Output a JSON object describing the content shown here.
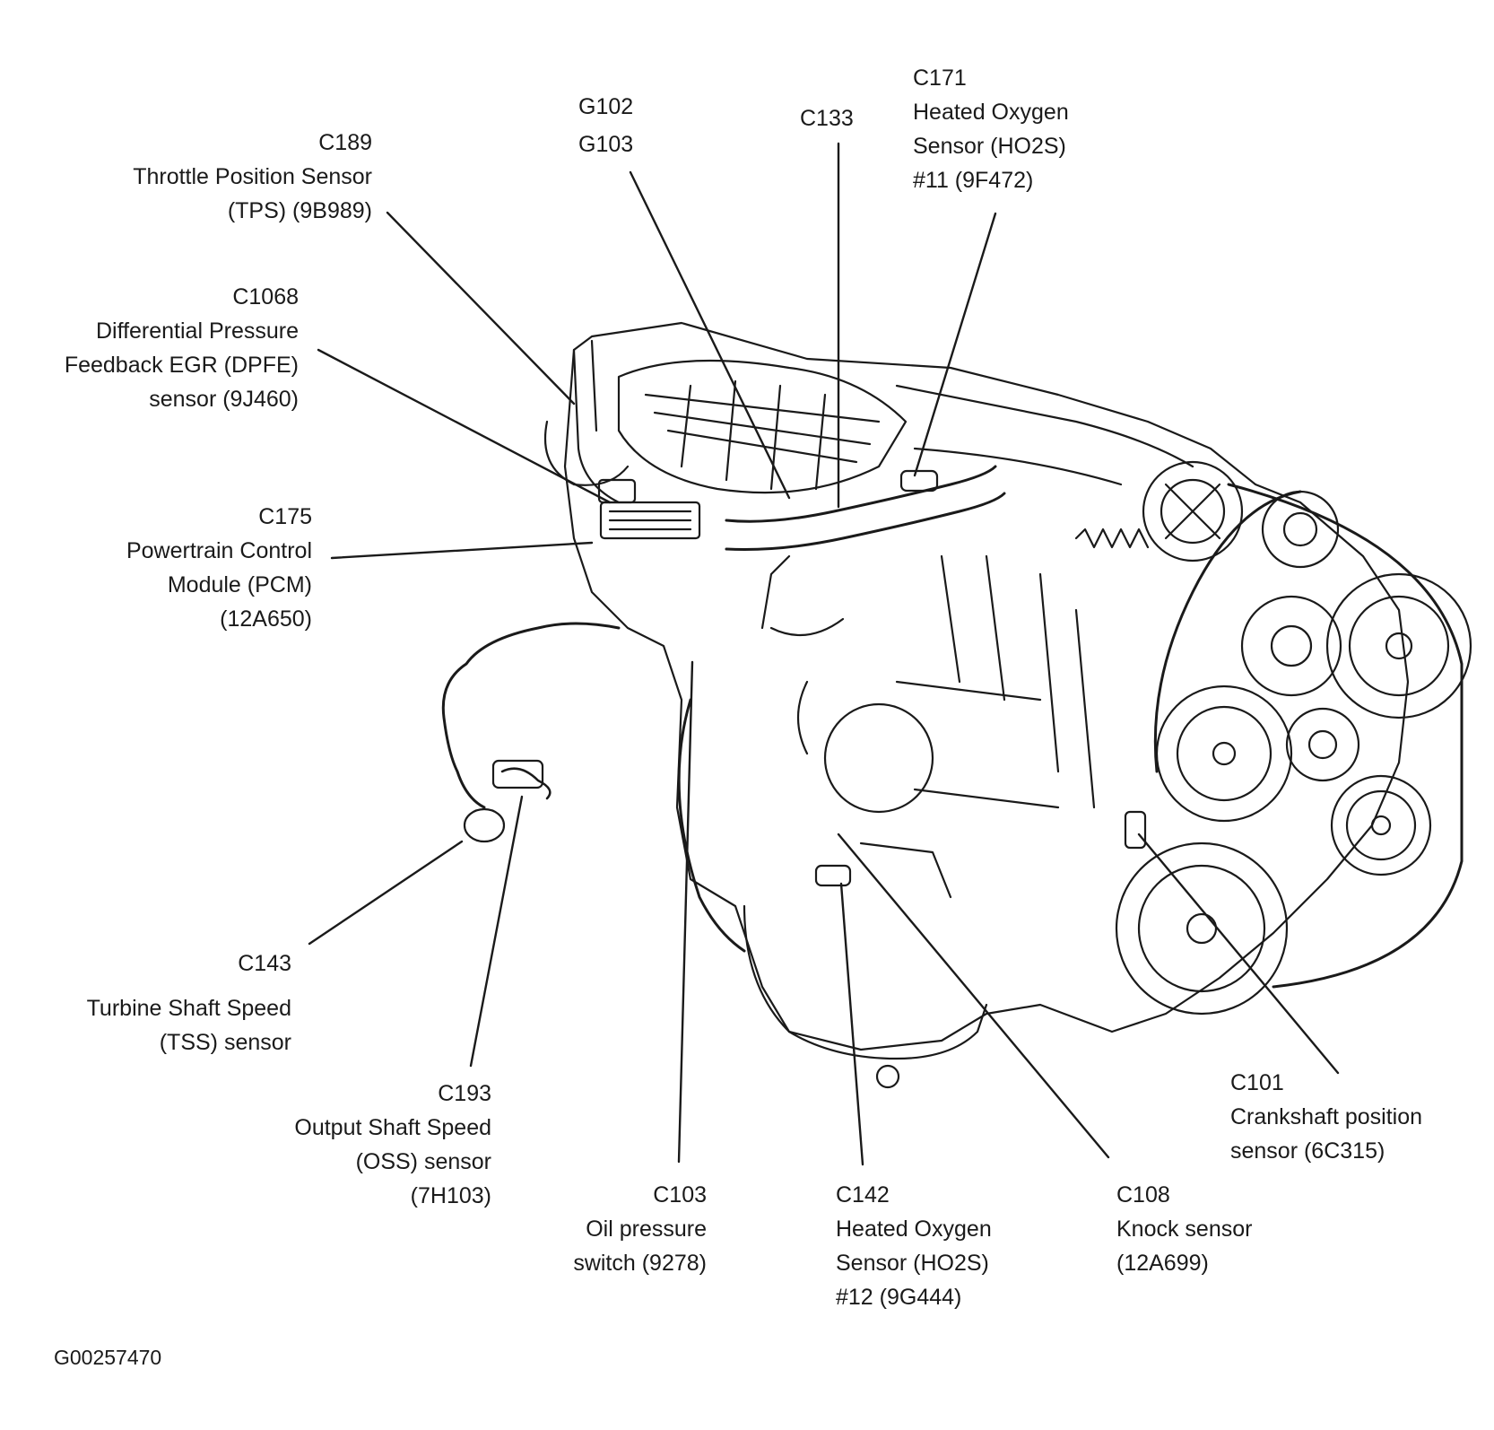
{
  "callouts": {
    "c189": [
      "C189",
      "Throttle Position Sensor",
      "(TPS) (9B989)"
    ],
    "c1068": [
      "C1068",
      "Differential Pressure",
      "Feedback EGR (DPFE)",
      "sensor (9J460)"
    ],
    "c175": [
      "C175",
      "Powertrain Control",
      "Module (PCM)",
      "(12A650)"
    ],
    "g102": [
      "G102",
      "G103"
    ],
    "c133": [
      "C133"
    ],
    "c171": [
      "C171",
      "Heated Oxygen",
      "Sensor (HO2S)",
      "#11 (9F472)"
    ],
    "c143": [
      "C143",
      "Turbine Shaft Speed",
      "(TSS) sensor"
    ],
    "c193": [
      "C193",
      "Output Shaft Speed",
      "(OSS) sensor",
      "(7H103)"
    ],
    "c103": [
      "C103",
      "Oil pressure",
      "switch (9278)"
    ],
    "c142": [
      "C142",
      "Heated Oxygen",
      "Sensor (HO2S)",
      "#12 (9G444)"
    ],
    "c108": [
      "C108",
      "Knock sensor",
      "(12A699)"
    ],
    "c101": [
      "C101",
      "Crankshaft position",
      "sensor (6C315)"
    ]
  },
  "figure_id": "G00257470",
  "colors": {
    "ink": "#1a1a1a",
    "background": "#ffffff"
  }
}
